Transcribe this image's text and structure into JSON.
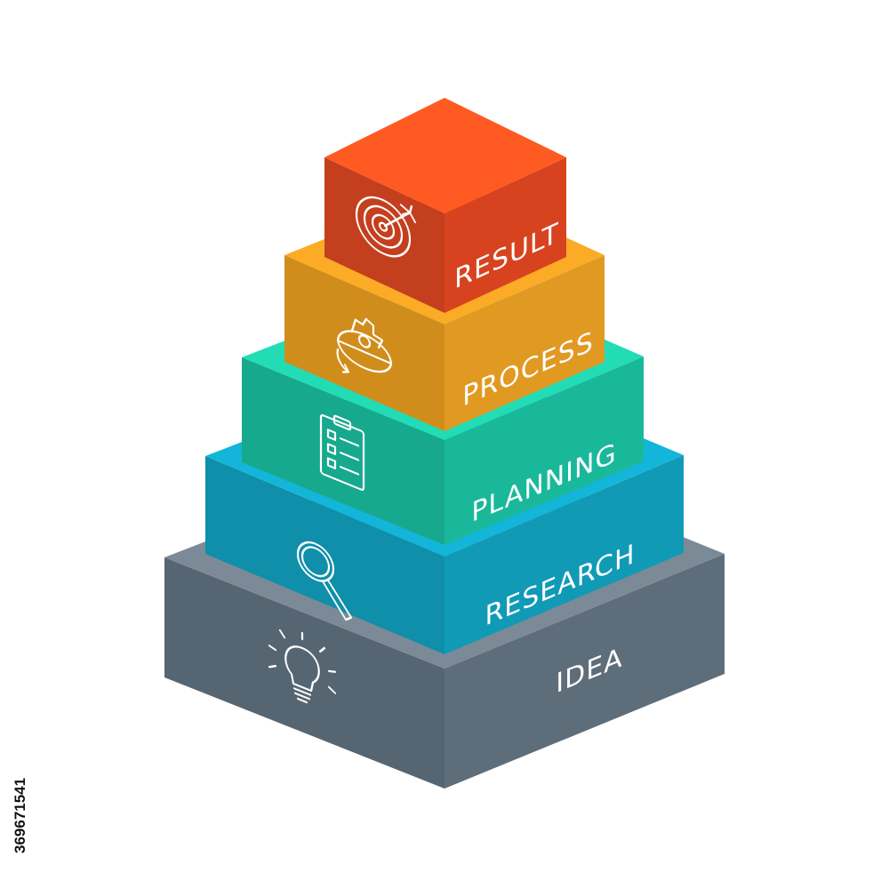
{
  "tiers": [
    {
      "label": "IDEA",
      "icon": "lightbulb-icon",
      "colors": {
        "top": "#7b8a96",
        "left": "#566572",
        "right": "#5e6d7a"
      }
    },
    {
      "label": "RESEARCH",
      "icon": "magnifier-icon",
      "colors": {
        "top": "#13b6d9",
        "left": "#0f8fa9",
        "right": "#109ab6"
      }
    },
    {
      "label": "PLANNING",
      "icon": "checklist-icon",
      "colors": {
        "top": "#22dcb6",
        "left": "#17a98d",
        "right": "#1ab89a"
      }
    },
    {
      "label": "PROCESS",
      "icon": "gear-helmet-icon",
      "colors": {
        "top": "#fbab25",
        "left": "#d08d1c",
        "right": "#e09a22"
      }
    },
    {
      "label": "RESULT",
      "icon": "target-icon",
      "colors": {
        "top": "#ff5a22",
        "left": "#c43f1e",
        "right": "#d8431f"
      }
    }
  ],
  "stock_id": "369671541"
}
